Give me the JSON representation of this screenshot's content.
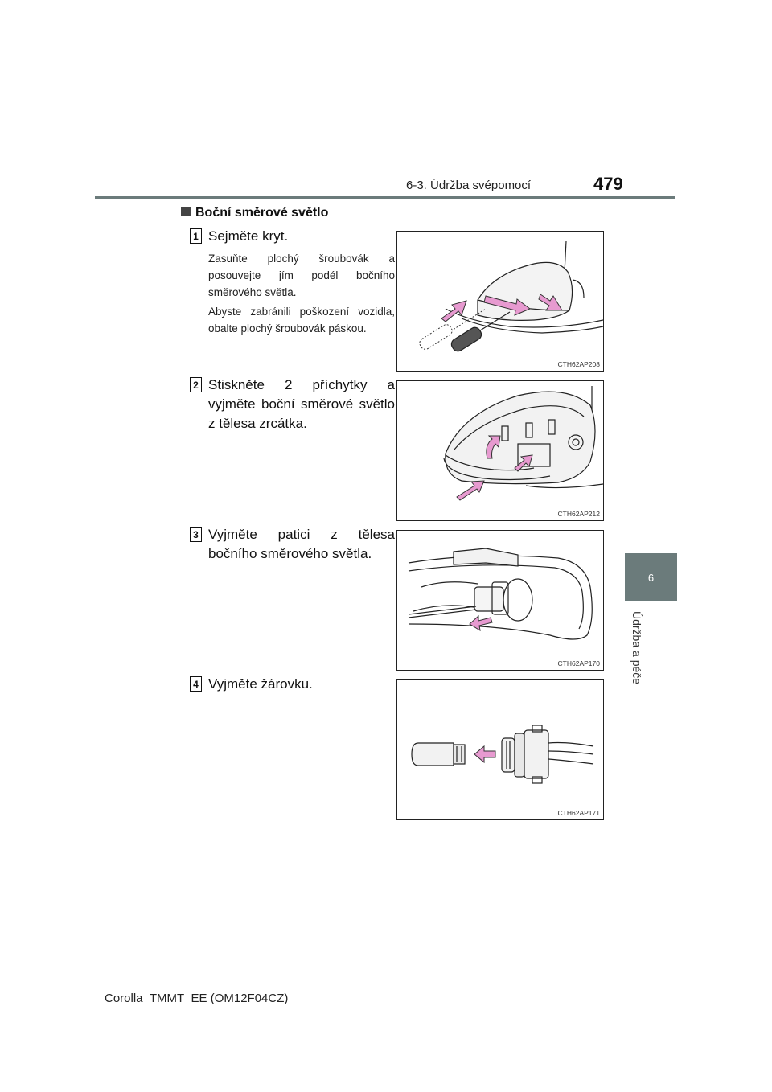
{
  "header": {
    "section": "6-3. Údržba svépomocí",
    "page_number": "479"
  },
  "chapter": {
    "number": "6",
    "title": "Údržba a péče"
  },
  "section_title": "Boční směrové světlo",
  "steps": [
    {
      "badge": "1",
      "text": "Sejměte kryt.",
      "notes": [
        "Zasuňte plochý šroubovák a posouvejte jím podél bočního směrového světla.",
        "Abyste zabránili poškození vozidla, obalte plochý šroubovák páskou."
      ],
      "figure_code": "CTH62AP208"
    },
    {
      "badge": "2",
      "text": "Stiskněte 2 příchytky a vyjměte boční směrové světlo z tělesa zrcátka.",
      "notes": [],
      "figure_code": "CTH62AP212"
    },
    {
      "badge": "3",
      "text": "Vyjměte patici z tělesa bočního směrového světla.",
      "notes": [],
      "figure_code": "CTH62AP170"
    },
    {
      "badge": "4",
      "text": "Vyjměte žárovku.",
      "notes": [],
      "figure_code": "CTH62AP171"
    }
  ],
  "footer": "Corolla_TMMT_EE (OM12F04CZ)",
  "colors": {
    "accent_gray": "#6b7b7b",
    "arrow_pink": "#e79ad0"
  }
}
